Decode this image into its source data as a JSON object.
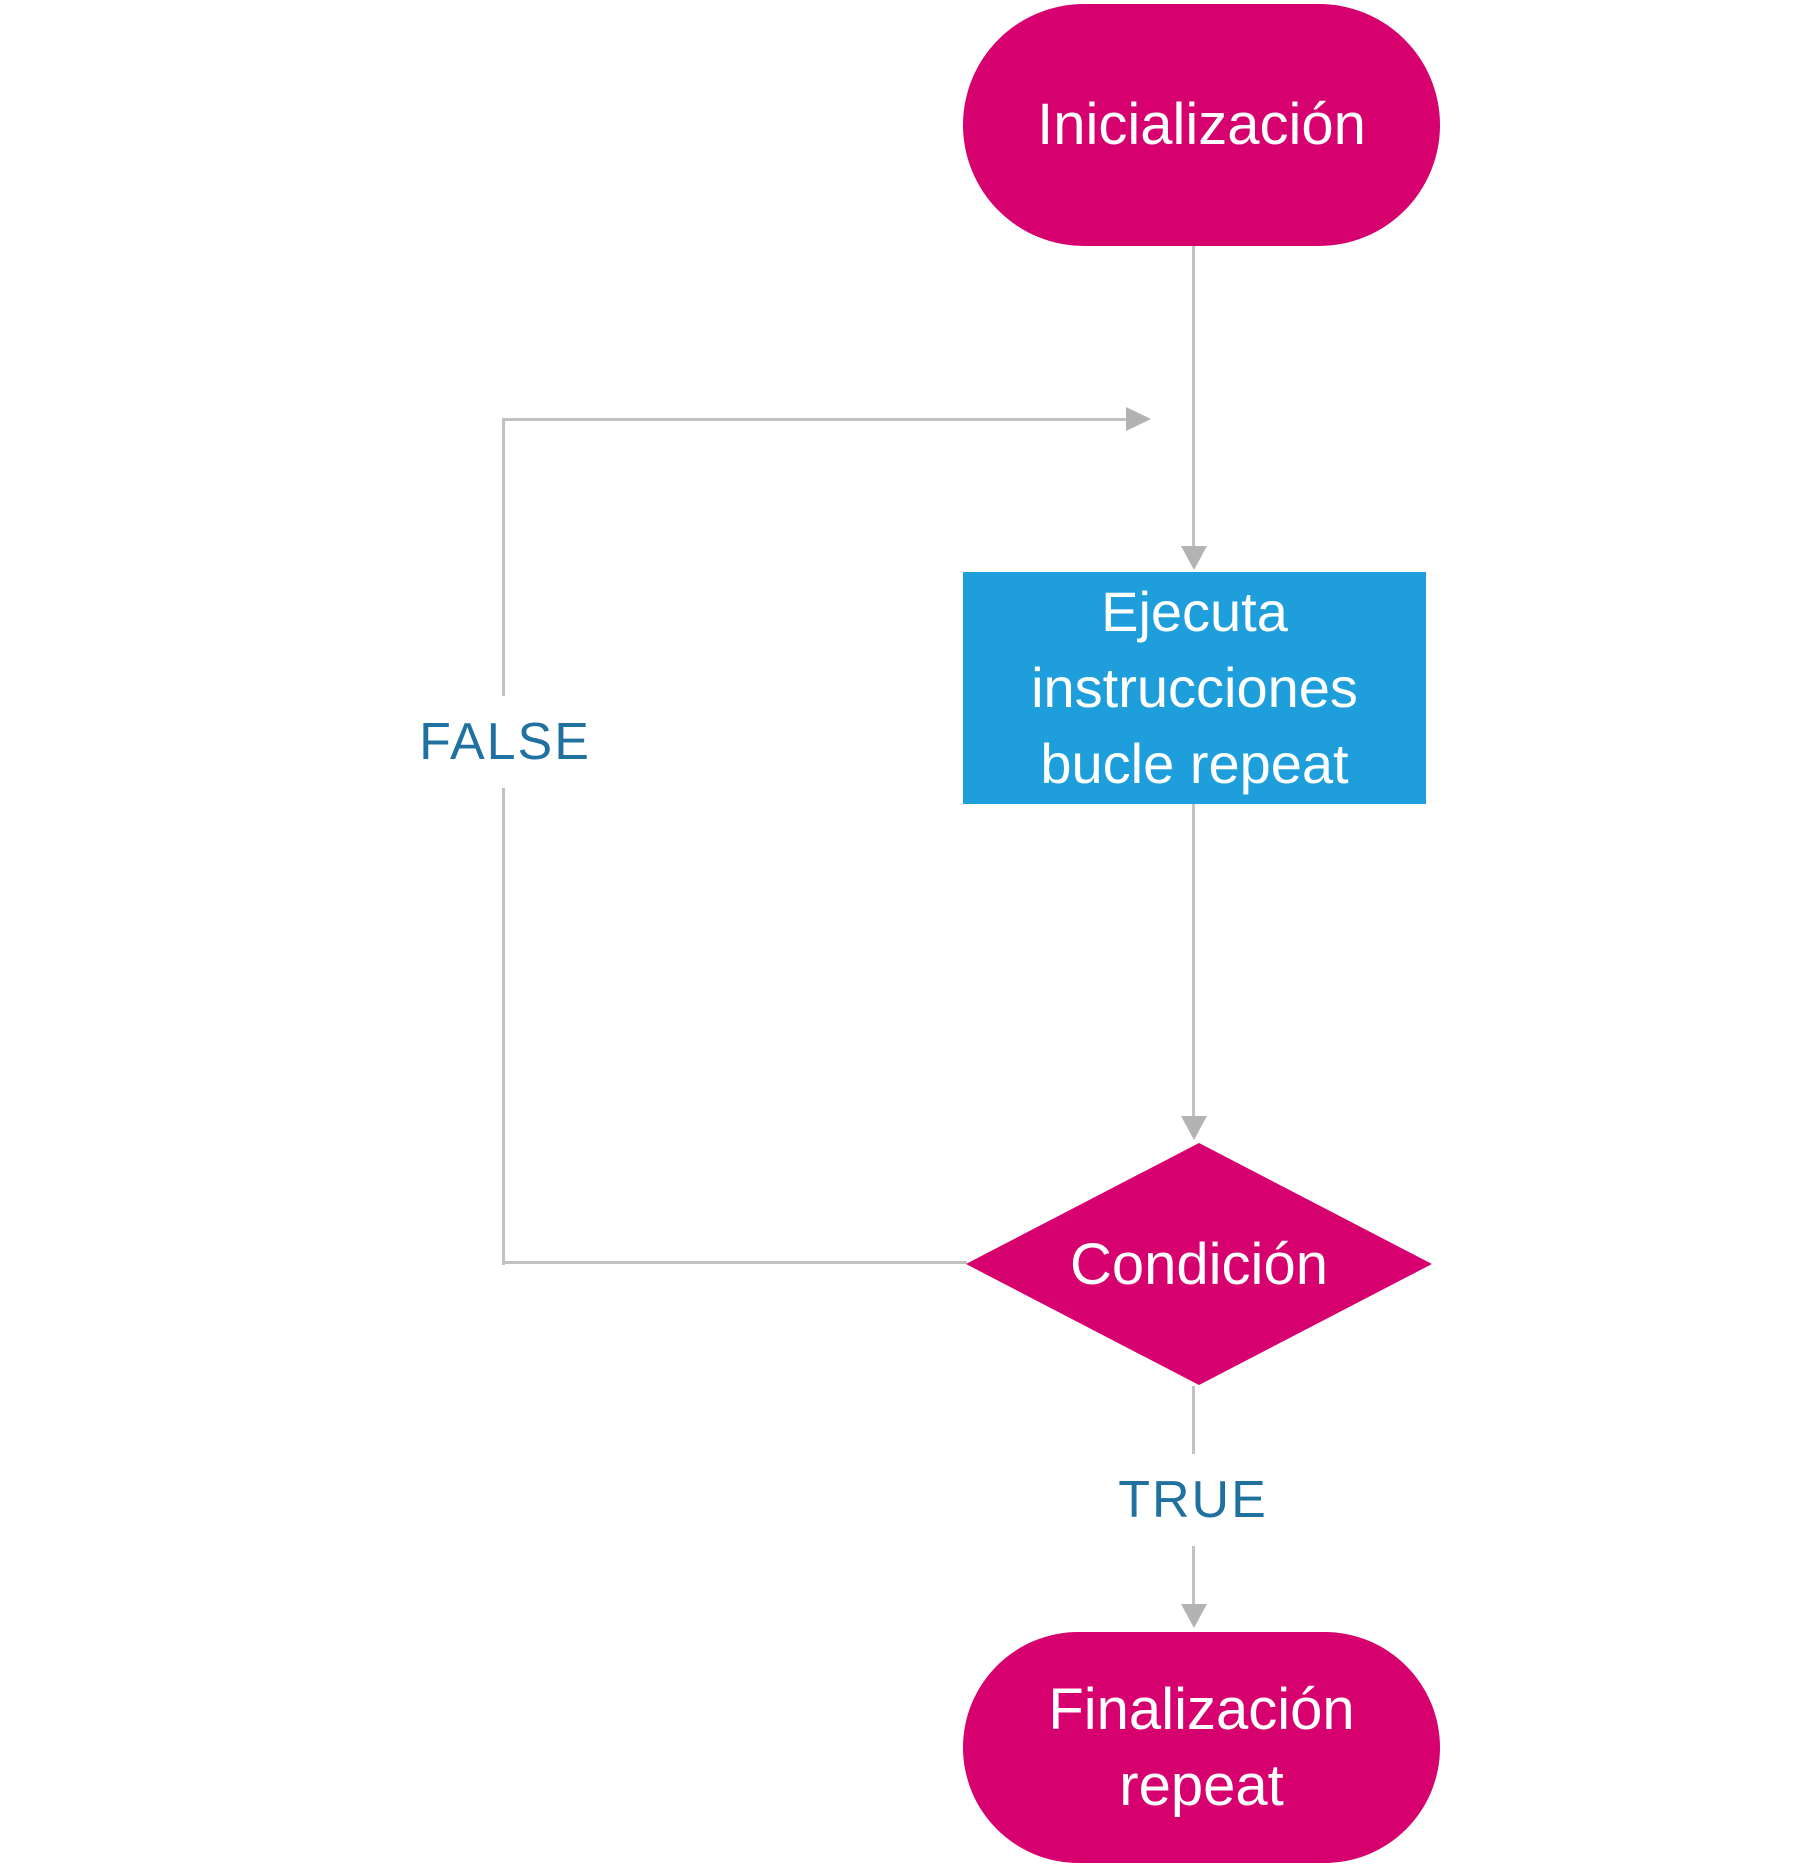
{
  "flowchart": {
    "nodes": {
      "start": {
        "label": "Inicialización",
        "shape": "terminator"
      },
      "process": {
        "line1": "Ejecuta",
        "line2": "instrucciones",
        "line3": "bucle repeat",
        "shape": "process"
      },
      "decision": {
        "label": "Condición",
        "shape": "decision"
      },
      "end": {
        "line1": "Finalización",
        "line2": "repeat",
        "shape": "terminator"
      }
    },
    "branch_labels": {
      "false": "FALSE",
      "true": "TRUE"
    },
    "colors": {
      "terminator_fill": "#D6006E",
      "process_fill": "#1E9FDC",
      "node_text": "#FFFFFF",
      "branch_label_text": "#2171A0",
      "connector_line": "#C2C2C2",
      "arrowhead": "#B3B3B3",
      "background": "#FFFFFF"
    }
  }
}
